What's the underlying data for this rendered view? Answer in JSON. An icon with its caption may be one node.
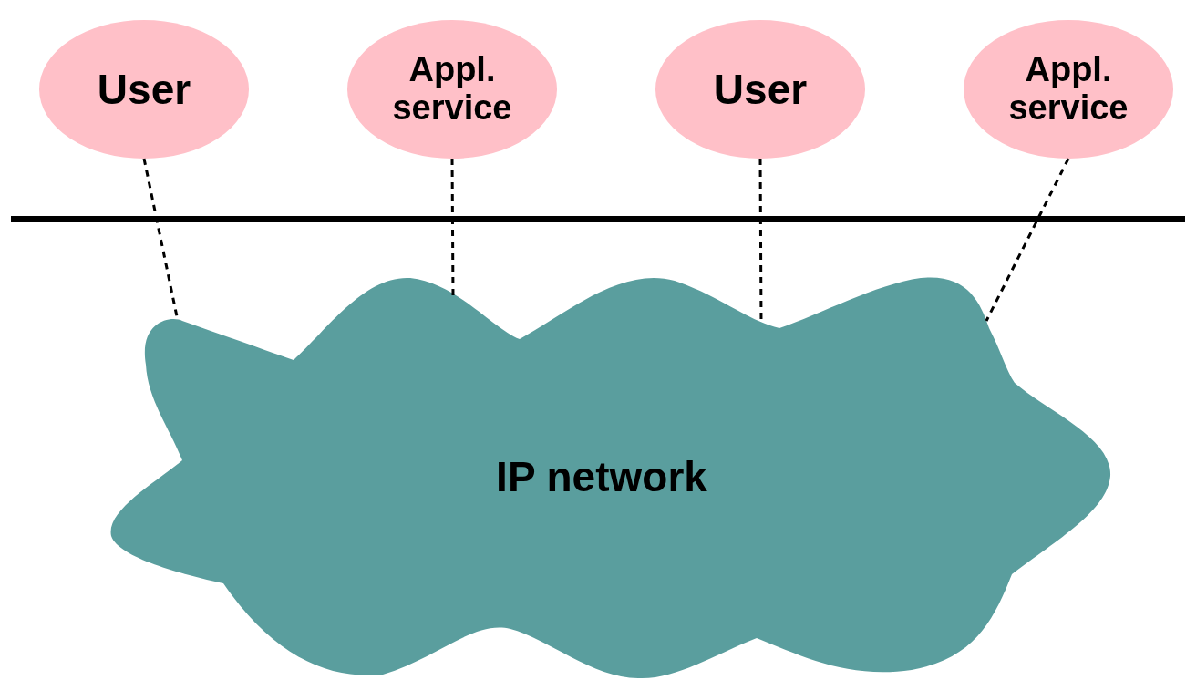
{
  "diagram": {
    "nodes": [
      {
        "text": [
          "User"
        ]
      },
      {
        "text": [
          "Appl. service"
        ]
      },
      {
        "text": [
          "User"
        ]
      },
      {
        "text": [
          "Appl. service"
        ]
      },
      {
        "text": [
          "IP network"
        ]
      }
    ],
    "edges": [
      {
        "from": 0,
        "to": 4,
        "arrow": "none",
        "style": "dashed"
      },
      {
        "from": 1,
        "to": 4,
        "arrow": "none",
        "style": "dashed"
      },
      {
        "from": 2,
        "to": 4,
        "arrow": "none",
        "style": "dashed"
      },
      {
        "from": 3,
        "to": 4,
        "arrow": "none",
        "style": "dashed"
      }
    ]
  }
}
